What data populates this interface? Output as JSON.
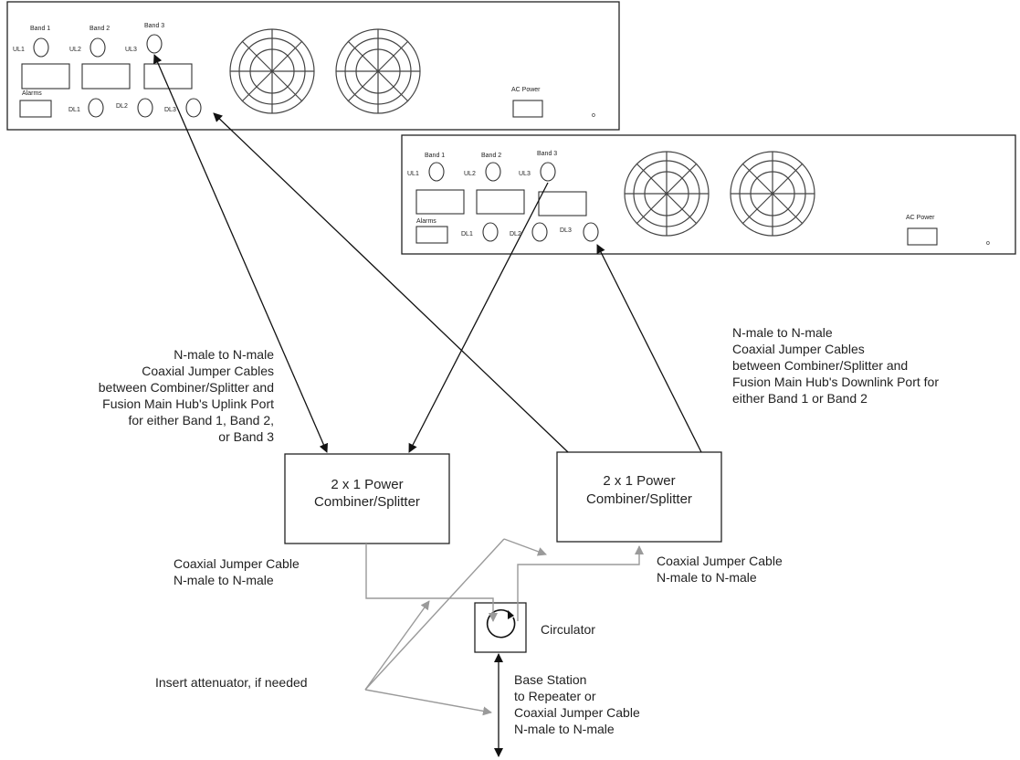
{
  "hub1": {
    "bands": [
      "Band 1",
      "Band 2",
      "Band 3"
    ],
    "uplinks": [
      "UL1",
      "UL2",
      "UL3"
    ],
    "downlinks": [
      "DL1",
      "DL2",
      "DL3"
    ],
    "alarms": "Alarms",
    "ac_power": "AC Power",
    "led": "o"
  },
  "hub2": {
    "bands": [
      "Band 1",
      "Band 2",
      "Band 3"
    ],
    "uplinks": [
      "UL1",
      "UL2",
      "UL3"
    ],
    "downlinks": [
      "DL1",
      "DL2",
      "DL3"
    ],
    "alarms": "Alarms",
    "ac_power": "AC Power",
    "led": "o"
  },
  "uplink_note": [
    "N-male to N-male",
    "Coaxial Jumper Cables",
    "between Combiner/Splitter and",
    "Fusion Main Hub's Uplink Port",
    "for either Band 1, Band 2,",
    "or Band 3"
  ],
  "downlink_note": [
    "N-male to N-male",
    "Coaxial Jumper Cables",
    "between Combiner/Splitter and",
    "Fusion Main Hub's Downlink Port for",
    "either Band 1 or Band 2"
  ],
  "combiner_left": [
    "2 x 1 Power",
    "Combiner/Splitter"
  ],
  "combiner_right": [
    "2 x 1 Power",
    "Combiner/Splitter"
  ],
  "jumper_left": [
    "Coaxial Jumper Cable",
    "N-male to N-male"
  ],
  "jumper_right": [
    "Coaxial Jumper Cable",
    "N-male to N-male"
  ],
  "circulator": "Circulator",
  "attenuator": "Insert attenuator, if needed",
  "base_station": [
    "Base Station",
    "to Repeater or",
    "Coaxial Jumper Cable",
    "N-male to N-male"
  ]
}
